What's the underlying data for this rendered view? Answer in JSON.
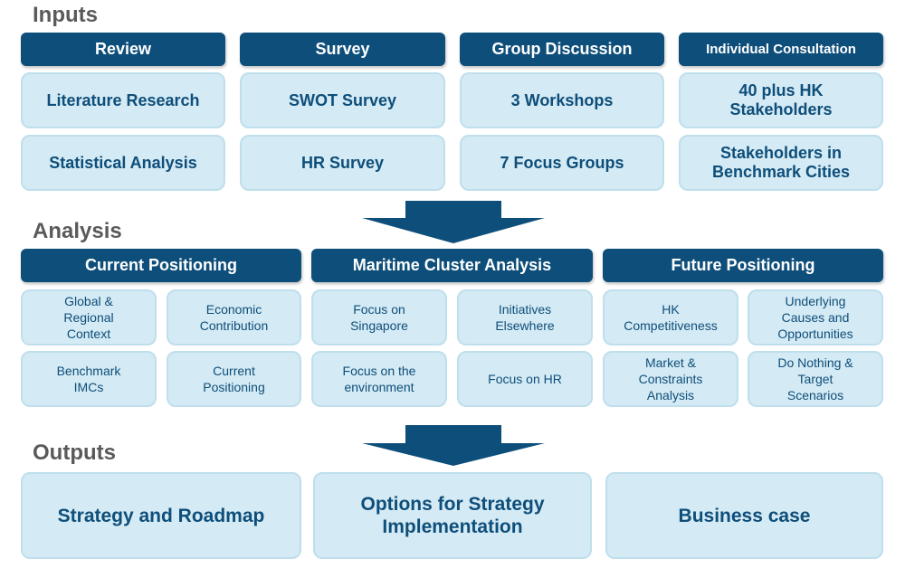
{
  "sections": {
    "inputs": "Inputs",
    "analysis": "Analysis",
    "outputs": "Outputs"
  },
  "inputs": {
    "columns": [
      {
        "header": "Review",
        "items": [
          "Literature Research",
          "Statistical Analysis"
        ]
      },
      {
        "header": "Survey",
        "items": [
          "SWOT Survey",
          "HR Survey"
        ]
      },
      {
        "header": "Group Discussion",
        "items": [
          "3 Workshops",
          "7 Focus Groups"
        ]
      },
      {
        "header": "Individual Consultation",
        "items": [
          "40 plus HK\nStakeholders",
          "Stakeholders in\nBenchmark Cities"
        ]
      }
    ]
  },
  "analysis": {
    "groups": [
      {
        "header": "Current Positioning",
        "items": [
          "Global &\nRegional\nContext",
          "Economic\nContribution",
          "Benchmark\nIMCs",
          "Current\nPositioning"
        ]
      },
      {
        "header": "Maritime Cluster Analysis",
        "items": [
          "Focus on\nSingapore",
          "Initiatives\nElsewhere",
          "Focus on the\nenvironment",
          "Focus on HR"
        ]
      },
      {
        "header": "Future Positioning",
        "items": [
          "HK\nCompetitiveness",
          "Underlying\nCauses and\nOpportunities",
          "Market &\nConstraints\nAnalysis",
          "Do Nothing &\nTarget\nScenarios"
        ]
      }
    ]
  },
  "outputs": {
    "items": [
      "Strategy and Roadmap",
      "Options for Strategy\nImplementation",
      "Business case"
    ]
  },
  "colors": {
    "header_bg": "#0e4e7a",
    "box_bg": "#d4eaf4",
    "box_border": "#bfdfec",
    "arrow": "#0e4e7a",
    "section_title": "#5a5a5a"
  }
}
